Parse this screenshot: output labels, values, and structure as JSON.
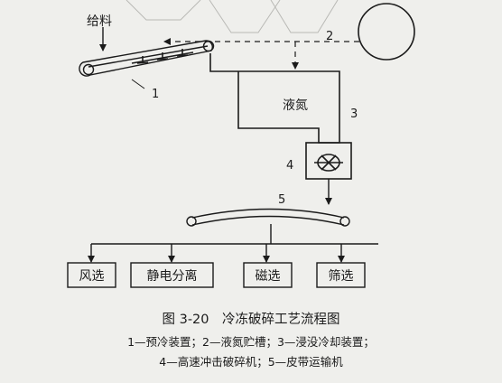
{
  "diagram": {
    "feed_label": "给料",
    "tank_label": "液氮",
    "callouts": [
      "1",
      "2",
      "3",
      "4",
      "5"
    ],
    "outputs": [
      "风选",
      "静电分离",
      "磁选",
      "筛选"
    ]
  },
  "caption": {
    "title": "图 3-20　冷冻破碎工艺流程图",
    "legend_line1": "1—预冷装置；2—液氮贮槽；3—浸没冷却装置；",
    "legend_line2": "4—高速冲击破碎机；5—皮带运输机"
  }
}
